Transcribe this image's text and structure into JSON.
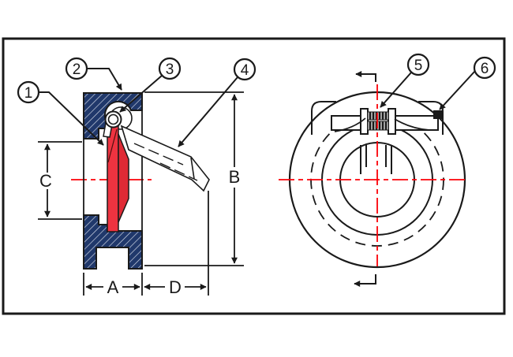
{
  "drawing": {
    "views": {
      "left": "cross-section side view of wafer swing check valve",
      "right": "front view of wafer swing check valve"
    }
  },
  "callouts": {
    "c1": "1",
    "c2": "2",
    "c3": "3",
    "c4": "4",
    "c5": "5",
    "c6": "6"
  },
  "dimensions": {
    "a": "A",
    "b": "B",
    "c": "C",
    "d": "D"
  },
  "colors": {
    "body_navy": "#20386b",
    "hatch_line": "#d9deea",
    "disc_red": "#ee3340",
    "disc_red_dark": "#df2a35",
    "centerline_red": "#fb0007",
    "line_black": "#1a1a1a",
    "background": "#ffffff"
  }
}
